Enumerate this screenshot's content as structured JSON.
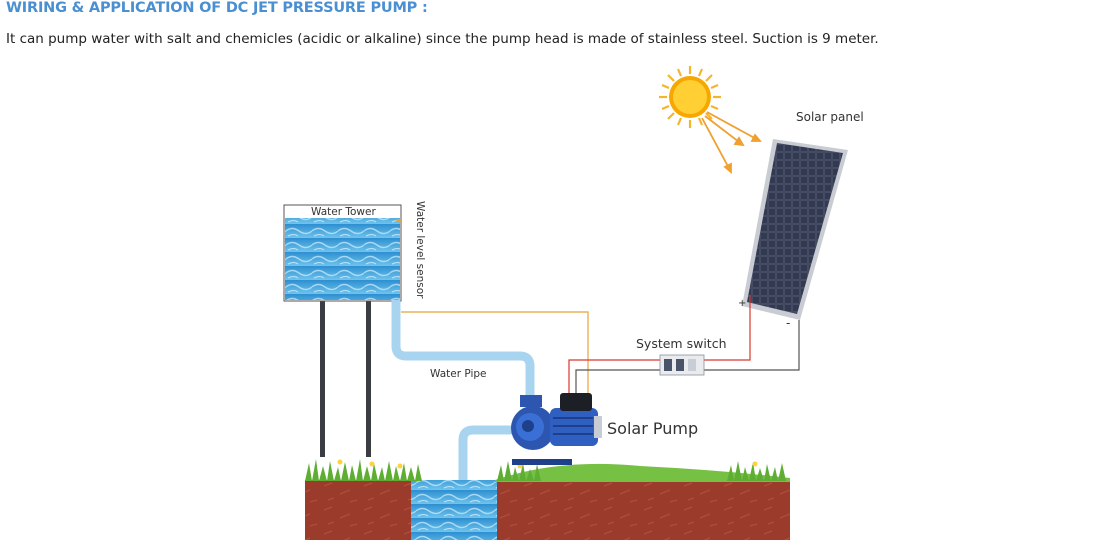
{
  "header": {
    "title": "WIRING & APPLICATION OF DC JET PRESSURE PUMP :",
    "description": "It can pump water with salt and chemicles (acidic or alkaline) since the pump head is made of stainless steel. Suction is 9 meter."
  },
  "diagram": {
    "labels": {
      "solar_panel": "Solar panel",
      "water_tower": "Water Tower",
      "water_level_sensor": "Water level sensor",
      "water_pipe": "Water Pipe",
      "system_switch": "System switch",
      "solar_pump": "Solar Pump",
      "positive_terminal": "+",
      "negative_terminal": "-"
    },
    "colors": {
      "title_blue": "#4a8fd1",
      "water": "#3aa3d8",
      "pipe": "#a8d4ef",
      "soil": "#9b3b2b",
      "grass": "#6cbf3a",
      "sun": "#f7a800",
      "pump": "#2c56b0",
      "panel": "#262b3a",
      "wire_positive": "#d9382d",
      "wire_sensor": "#e8a23a",
      "wire_negative": "#555555"
    },
    "icons": [
      "sun-icon",
      "solar-panel-icon",
      "water-tower-icon",
      "pump-icon",
      "switch-icon",
      "grass-icon"
    ]
  }
}
